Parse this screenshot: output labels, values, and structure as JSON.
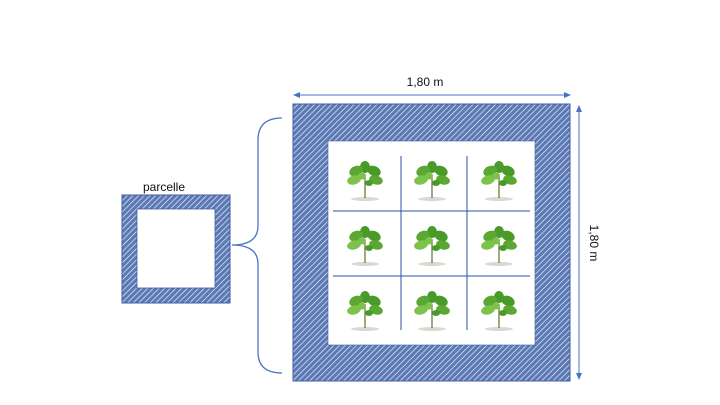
{
  "diagram": {
    "small_plot_label": "parcelle",
    "width_label": "1,80 m",
    "height_label": "1,80 m",
    "plant_rows": 3,
    "plant_cols": 3,
    "colors": {
      "hatch_fill": "#5b79b5",
      "hatch_line": "#ffffff",
      "border": "#3e5fa3",
      "arrow": "#4a72c4",
      "brace": "#4a72c4",
      "grid_line": "#2e4fa8",
      "leaf": "#4a9a2a",
      "leaf_light": "#7dc24a",
      "stem": "#6b7a3a",
      "ground": "#e6e6e3"
    }
  }
}
